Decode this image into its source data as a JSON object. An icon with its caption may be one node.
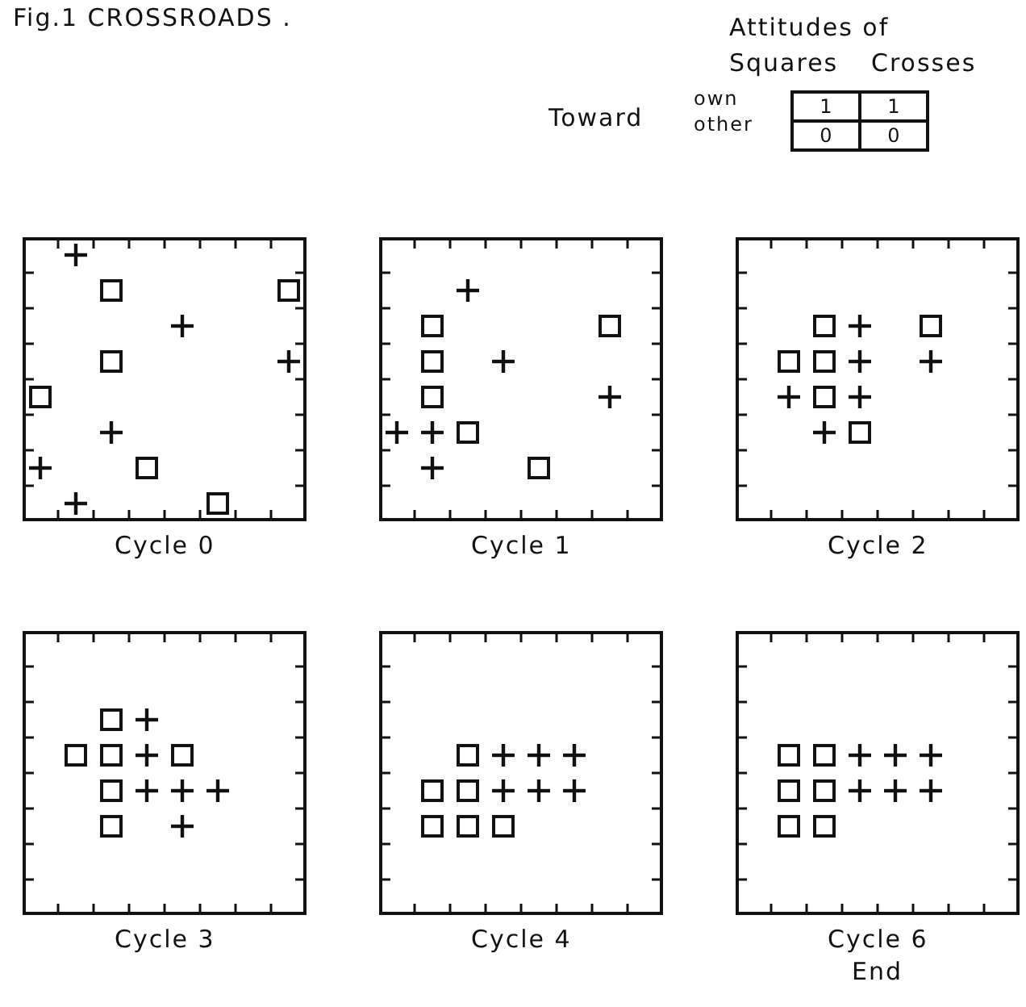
{
  "diagram": {
    "title": "Fig.1 CROSSROADS .",
    "labels": [
      "Attitudes of",
      "Squares",
      "Crosses",
      "Toward",
      "own",
      "other",
      "1",
      "1",
      "0",
      "0",
      "Cycle 0",
      "Cycle 1",
      "Cycle 2",
      "Cycle 3",
      "Cycle 4",
      "Cycle 6",
      "End"
    ]
  }
}
